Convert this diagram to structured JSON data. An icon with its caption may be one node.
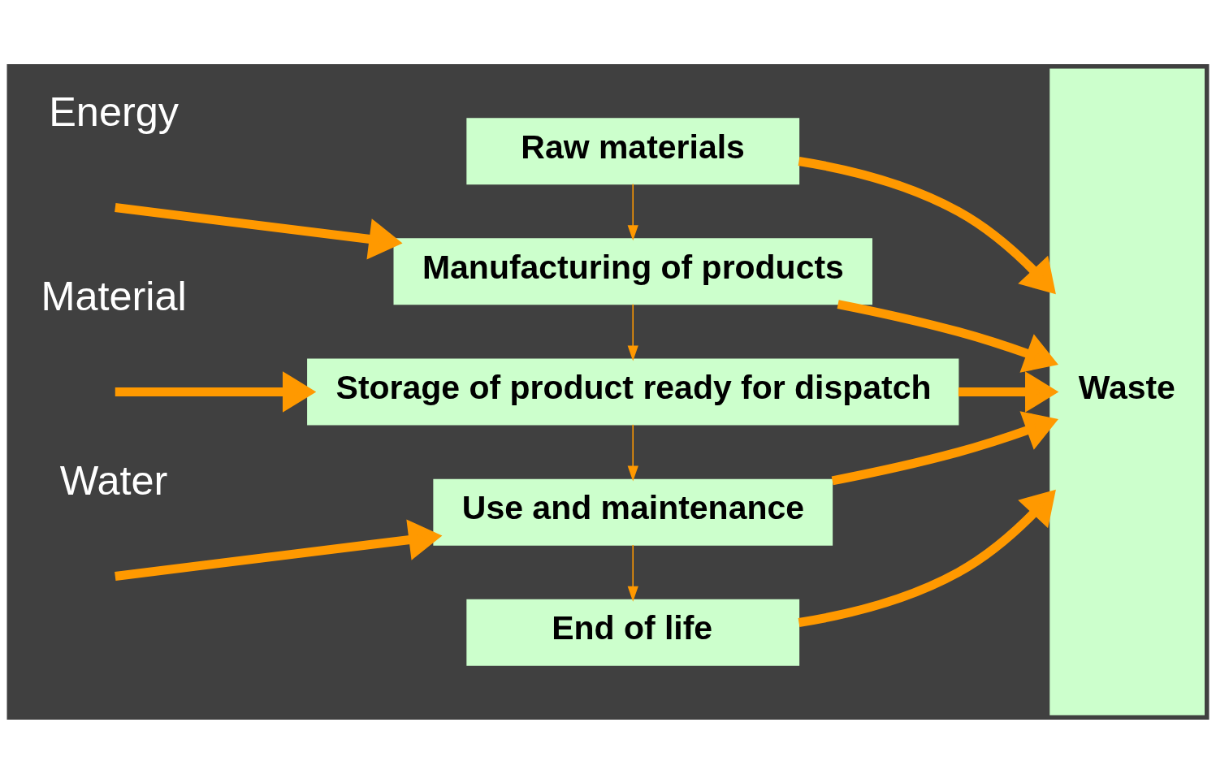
{
  "diagram": {
    "nodes": [
      {
        "text": [
          "Raw materials"
        ]
      },
      {
        "text": [
          "Manufacturing of products"
        ]
      },
      {
        "text": [
          "Storage of product ready for dispatch"
        ]
      },
      {
        "text": [
          "Use and maintenance"
        ]
      },
      {
        "text": [
          "End of life"
        ]
      },
      {
        "text": [
          "Waste"
        ]
      }
    ],
    "edges": [
      {
        "from": 0,
        "to": 1,
        "arrow": "to"
      },
      {
        "from": 1,
        "to": 2,
        "arrow": "to"
      },
      {
        "from": 2,
        "to": 3,
        "arrow": "to"
      },
      {
        "from": 3,
        "to": 4,
        "arrow": "to"
      },
      {
        "from": null,
        "to": 1,
        "arrow": "to"
      },
      {
        "from": null,
        "to": 2,
        "arrow": "to"
      },
      {
        "from": null,
        "to": 3,
        "arrow": "to"
      },
      {
        "from": 0,
        "to": 5,
        "arrow": "to"
      },
      {
        "from": 1,
        "to": 5,
        "arrow": "to"
      },
      {
        "from": 2,
        "to": 5,
        "arrow": "to"
      },
      {
        "from": 3,
        "to": 5,
        "arrow": "to"
      },
      {
        "from": 4,
        "to": 5,
        "arrow": "to"
      }
    ],
    "labels": [
      "Energy",
      "Material",
      "Water"
    ]
  }
}
